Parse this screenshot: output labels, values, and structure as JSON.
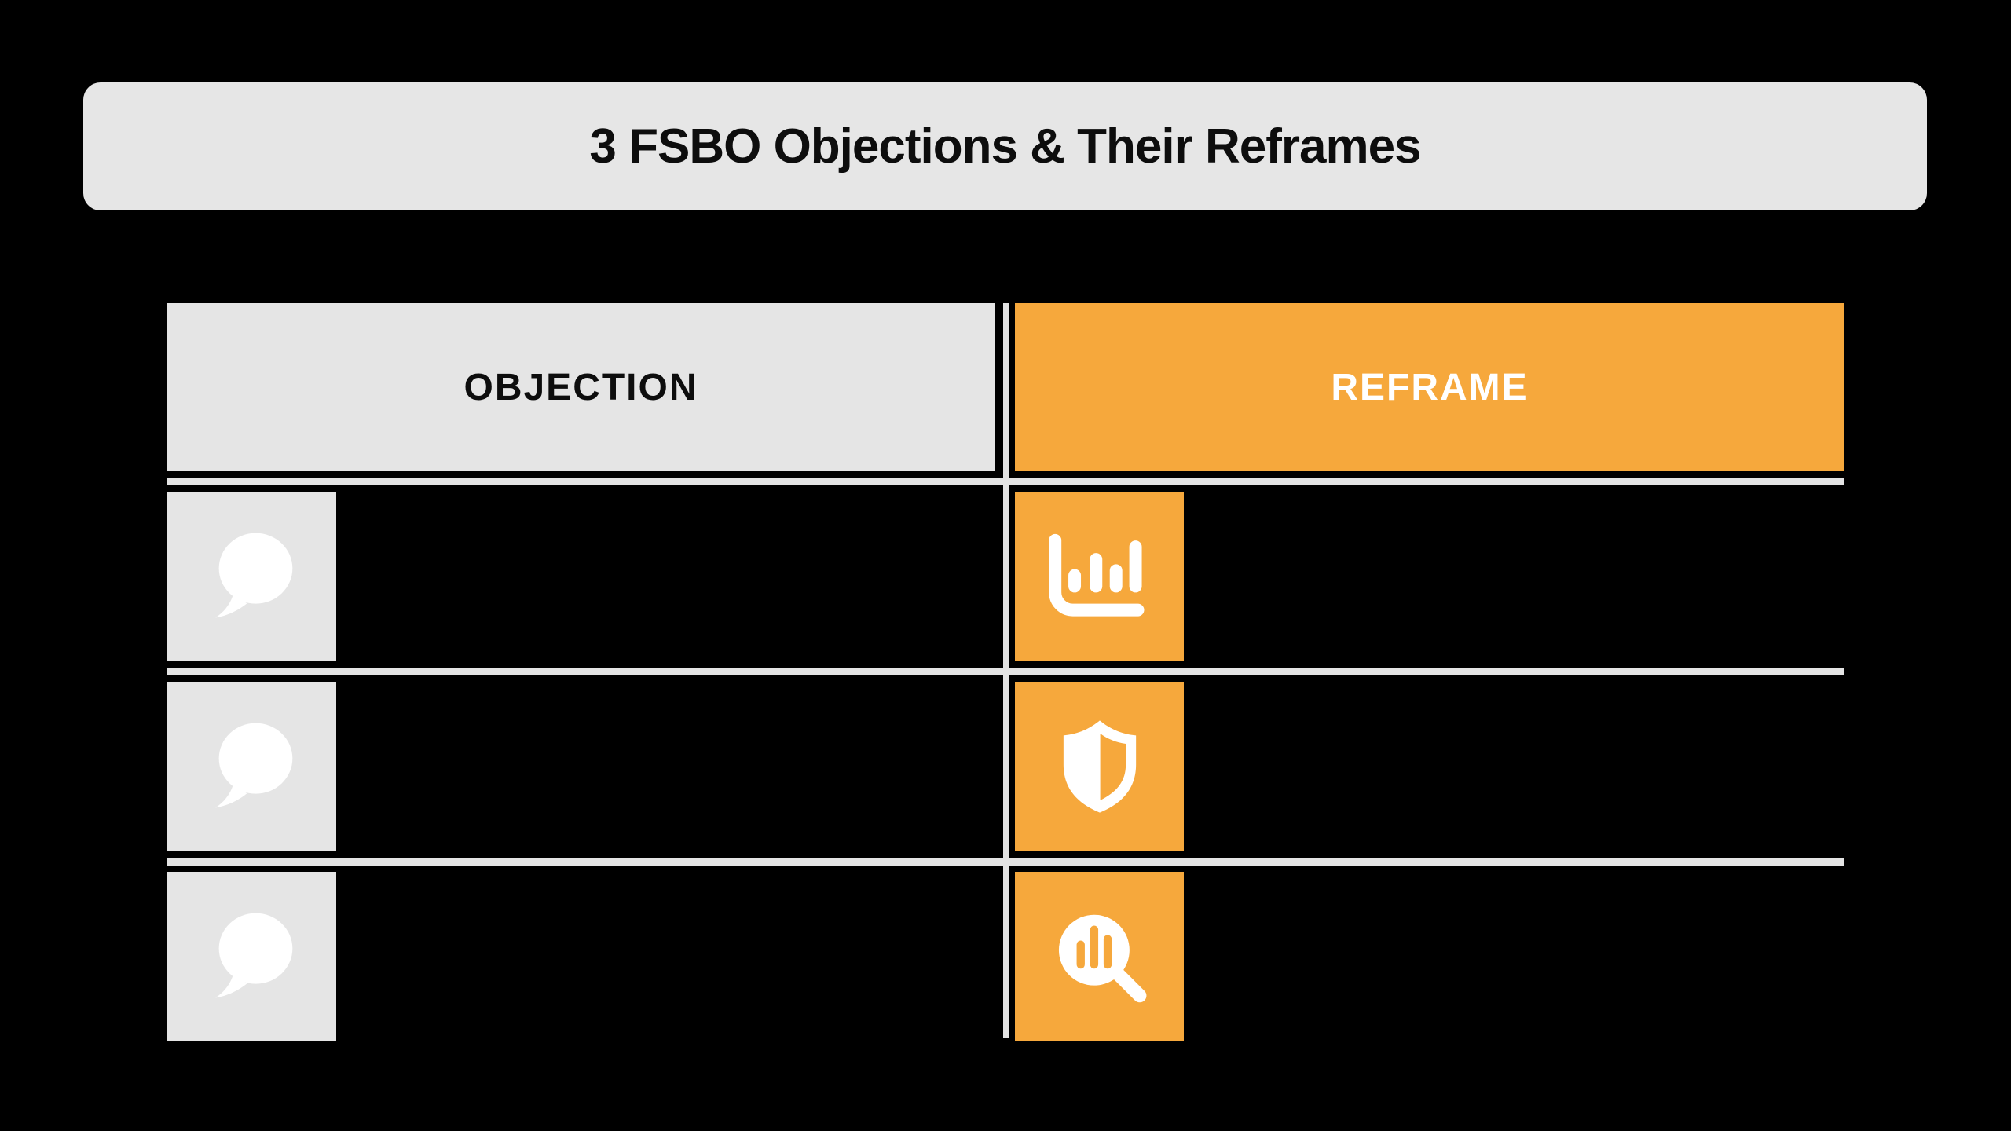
{
  "title": "3 FSBO Objections & Their Reframes",
  "table": {
    "headers": [
      {
        "label": "OBJECTION"
      },
      {
        "label": "REFRAME"
      }
    ],
    "rows": [
      {
        "objection_icon": "speech-bubble-icon",
        "reframe_icon": "bar-chart-icon"
      },
      {
        "objection_icon": "speech-bubble-icon",
        "reframe_icon": "shield-half-icon"
      },
      {
        "objection_icon": "speech-bubble-icon",
        "reframe_icon": "search-chart-icon"
      }
    ]
  },
  "colors": {
    "background": "#000000",
    "title_bar": "#E6E6E6",
    "tile_gray": "#E5E5E5",
    "accent_orange": "#F6A83C",
    "separator_line": "#E4E4E4",
    "title_text": "#0D0D0D",
    "reframe_header_text": "#FFFFFF",
    "icon_white": "#FFFFFF"
  }
}
